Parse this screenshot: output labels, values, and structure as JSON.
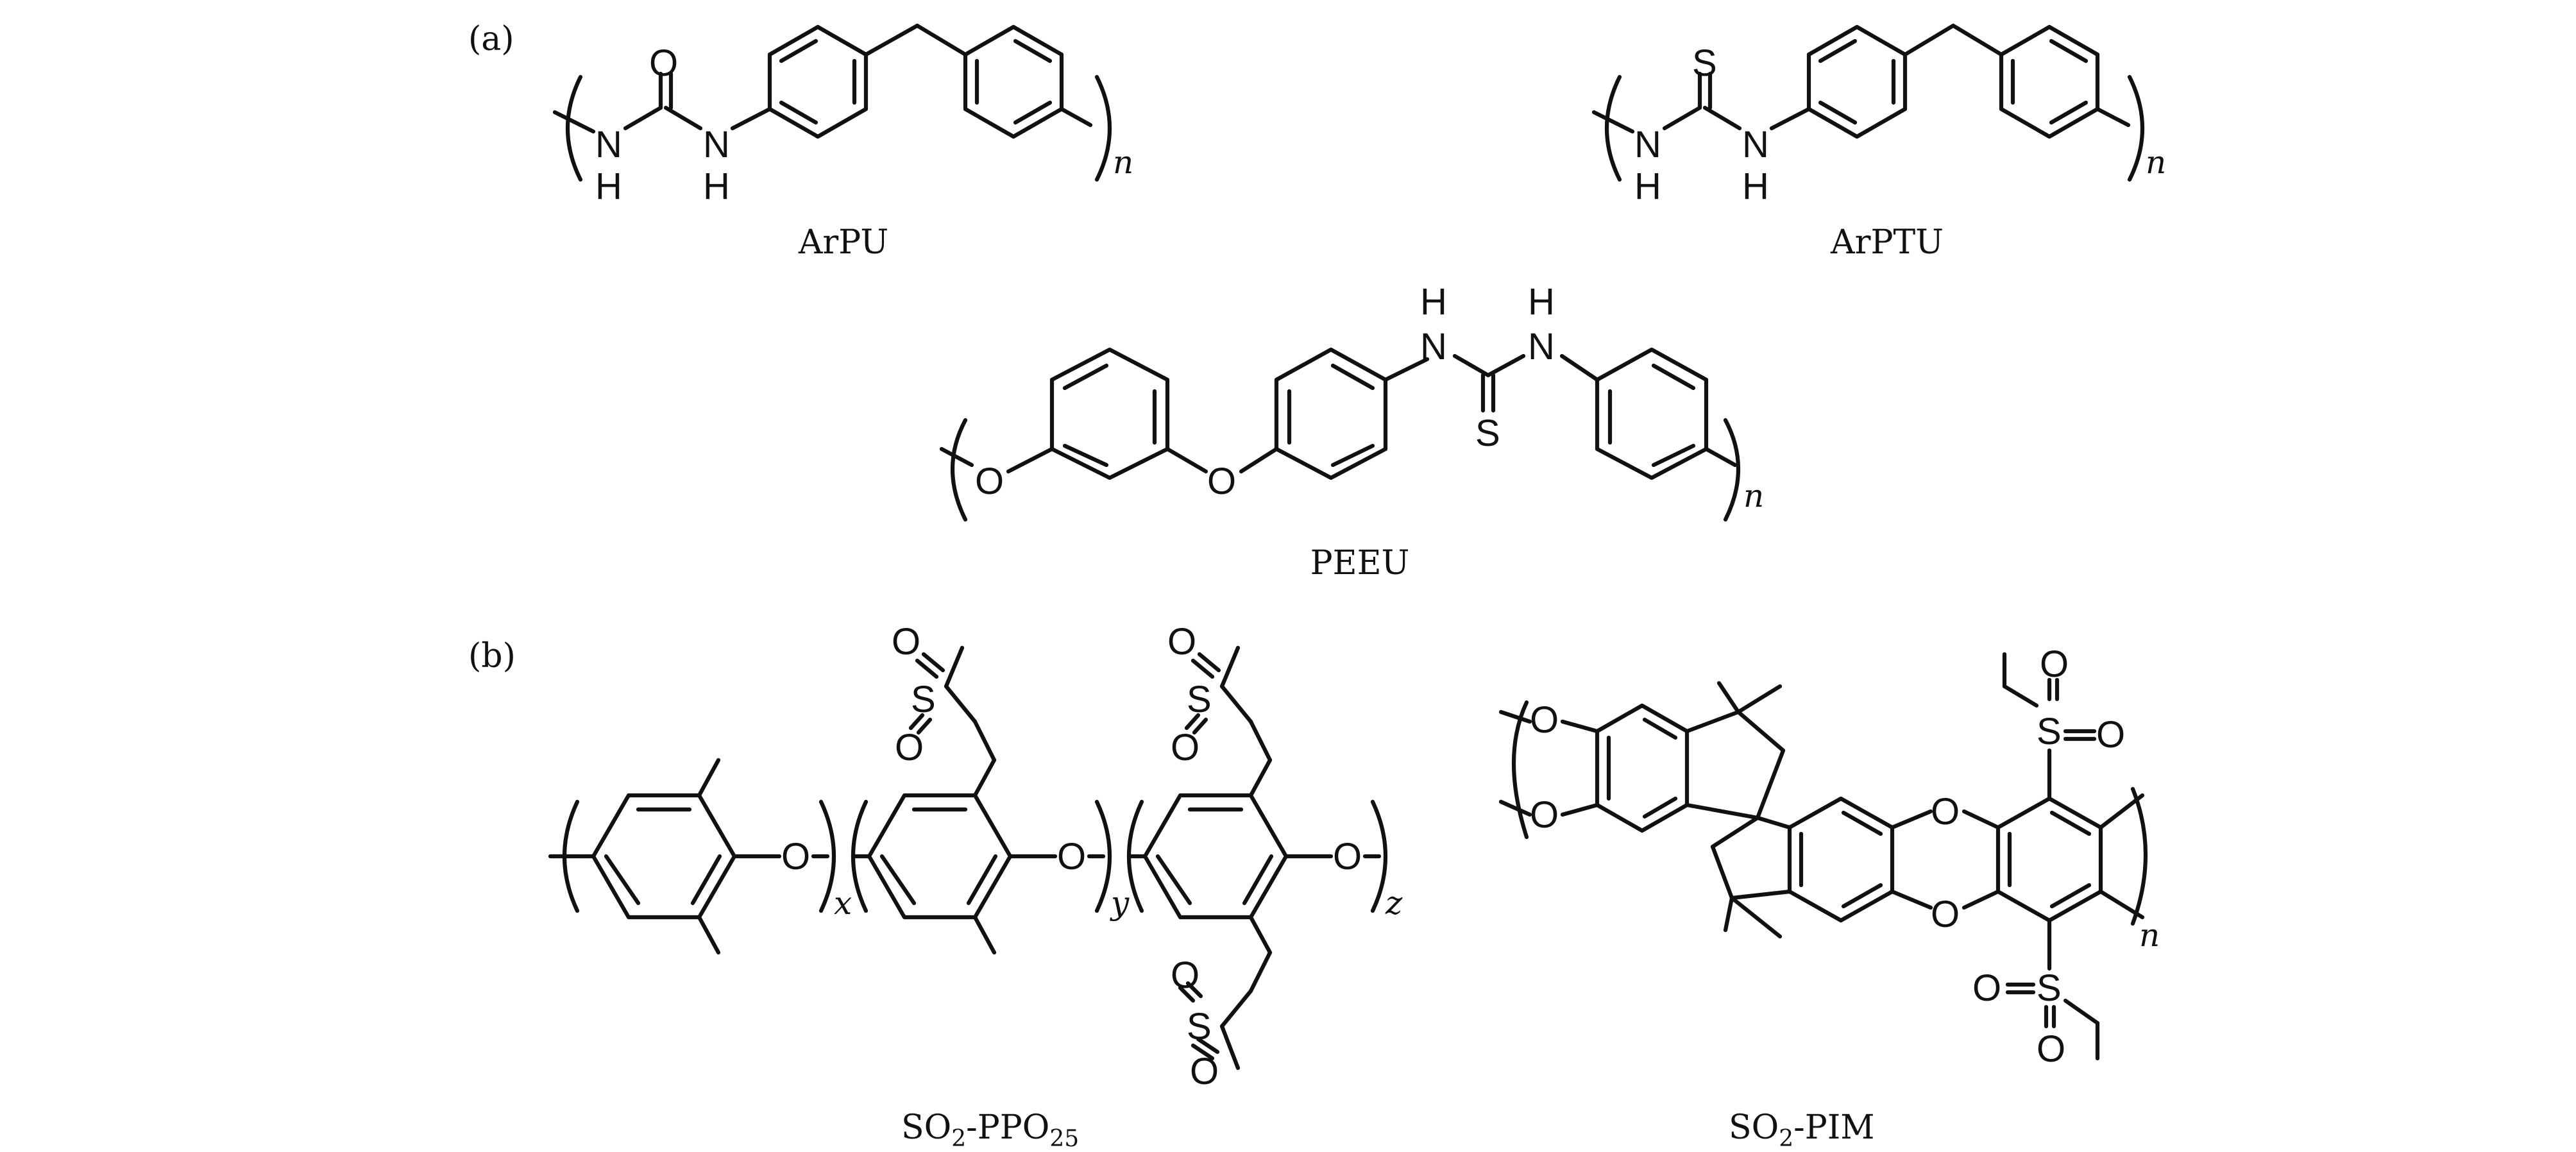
{
  "panel_labels": {
    "a": "(a)",
    "b": "(b)"
  },
  "atoms": {
    "N": "N",
    "H": "H",
    "O": "O",
    "S": "S"
  },
  "repeat_subscripts": {
    "n": "n",
    "x": "x",
    "y": "y",
    "z": "z"
  },
  "compounds": {
    "arpu": "ArPU",
    "arptu": "ArPTU",
    "peeu": "PEEU",
    "so2_ppo25": {
      "prefix": "SO",
      "sub1": "2",
      "mid": "-PPO",
      "sub2": "25"
    },
    "so2_pim": {
      "prefix": "SO",
      "sub1": "2",
      "suffix": "-PIM"
    }
  }
}
